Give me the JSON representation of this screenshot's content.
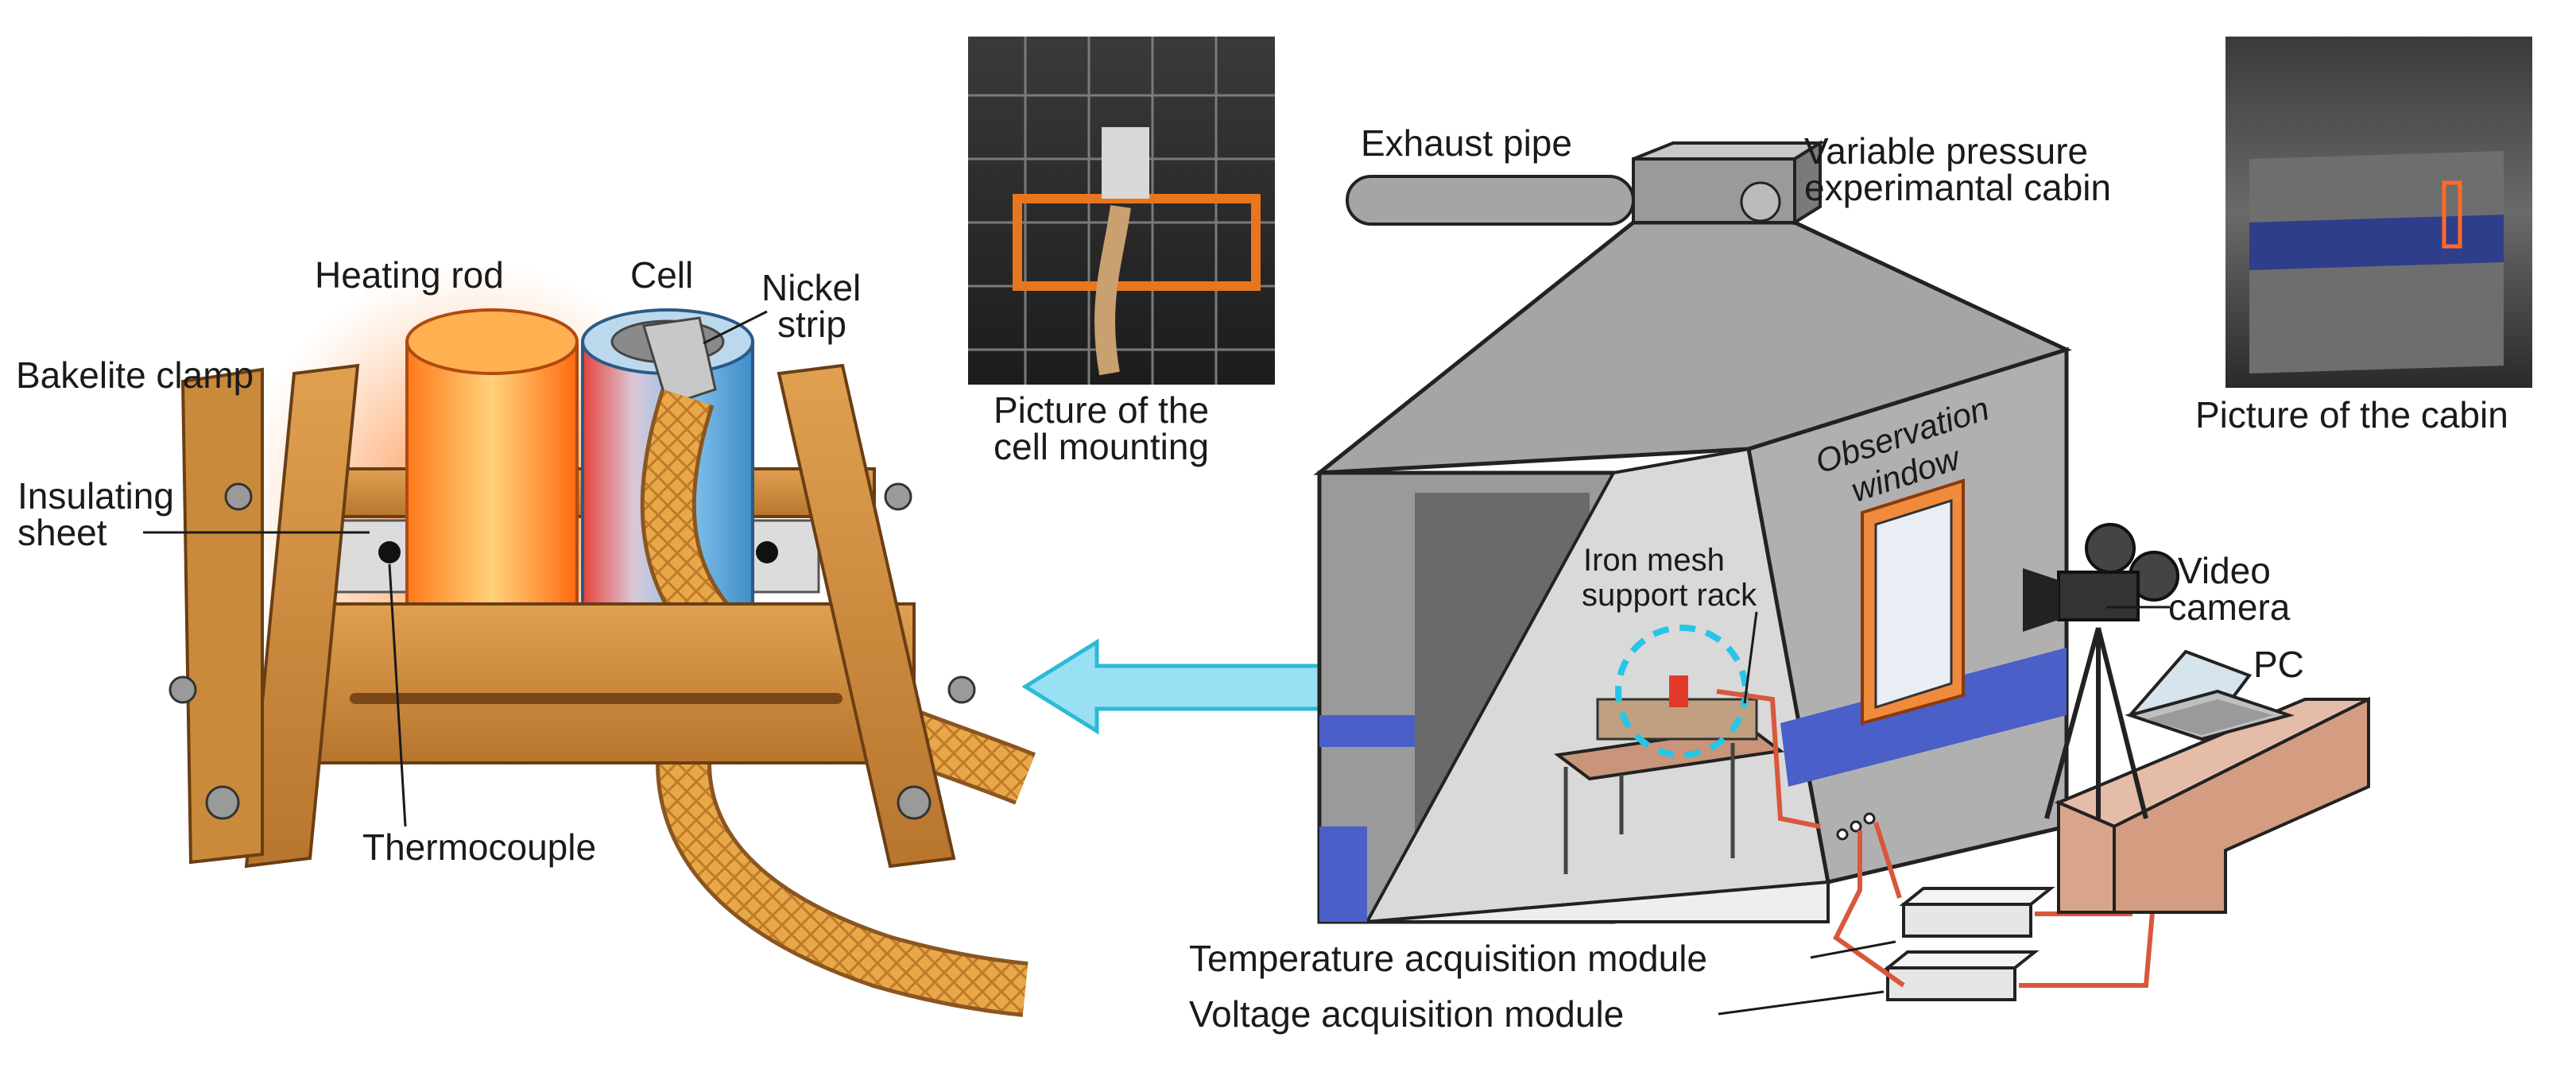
{
  "labels": {
    "heating_rod": "Heating rod",
    "cell": "Cell",
    "nickel_strip_1": "Nickel",
    "nickel_strip_2": "strip",
    "bakelite_clamp": "Bakelite clamp",
    "insulating_sheet_1": "Insulating",
    "insulating_sheet_2": "sheet",
    "thermocouple": "Thermocouple",
    "cell_mounting_1": "Picture of the",
    "cell_mounting_2": "cell mounting",
    "exhaust_pipe": "Exhaust pipe",
    "cabin_1": "Variable pressure",
    "cabin_2": "experimantal cabin",
    "picture_cabin": "Picture of the cabin",
    "observation_1": "Observation",
    "observation_2": "window",
    "iron_mesh_1": "Iron mesh",
    "iron_mesh_2": "support rack",
    "video_camera_1": "Video",
    "video_camera_2": "camera",
    "pc": "PC",
    "temperature_module": "Temperature acquisition module",
    "voltage_module": "Voltage acquisition module"
  },
  "colors": {
    "wood": "#c98a3c",
    "wood_dark": "#8a5520",
    "heater": "#f28a2a",
    "cell_blue": "#5aa6d8",
    "cabin_grey": "#9a9a9a",
    "cabin_blue": "#4a5fc8",
    "arrow_cyan": "#7fd8f0",
    "frame_orange": "#f08a3c",
    "cable_red": "#d9573c",
    "desk": "#d9a58a"
  }
}
